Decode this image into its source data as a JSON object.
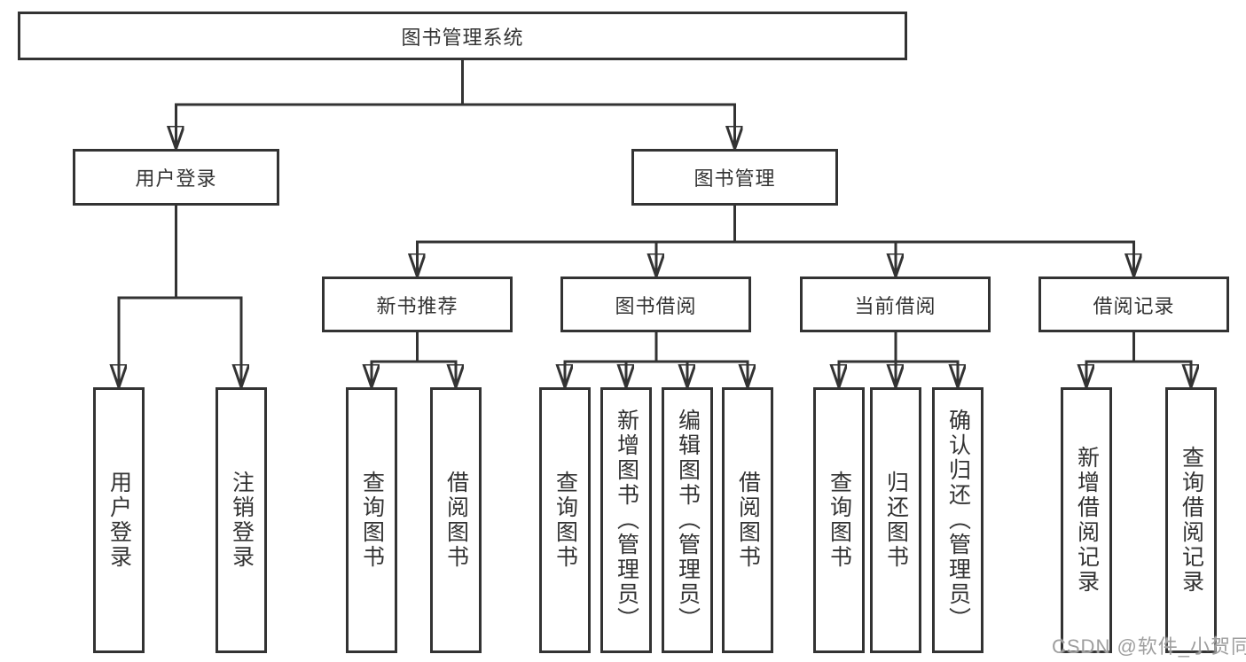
{
  "colors": {
    "line": "#333333",
    "border": "#333333",
    "text": "#333333",
    "background": "#ffffff",
    "watermark": "#9e9e9e"
  },
  "tree": {
    "root": {
      "label": "图书管理系统"
    },
    "branches": [
      {
        "label": "用户登录",
        "children": [
          {
            "label": "用户登录"
          },
          {
            "label": "注销登录"
          }
        ]
      },
      {
        "label": "图书管理",
        "children": [
          {
            "label": "新书推荐",
            "children": [
              {
                "label": "查询图书"
              },
              {
                "label": "借阅图书"
              }
            ]
          },
          {
            "label": "图书借阅",
            "children": [
              {
                "label": "查询图书"
              },
              {
                "label": "新增图书（管理员）"
              },
              {
                "label": "编辑图书（管理员）"
              },
              {
                "label": "借阅图书"
              }
            ]
          },
          {
            "label": "当前借阅",
            "children": [
              {
                "label": "查询图书"
              },
              {
                "label": "归还图书"
              },
              {
                "label": "确认归还（管理员）"
              }
            ]
          },
          {
            "label": "借阅记录",
            "children": [
              {
                "label": "新增借阅记录"
              },
              {
                "label": "查询借阅记录"
              }
            ]
          }
        ]
      }
    ]
  },
  "watermark": {
    "text": "CSDN @软件_小贺同学"
  }
}
